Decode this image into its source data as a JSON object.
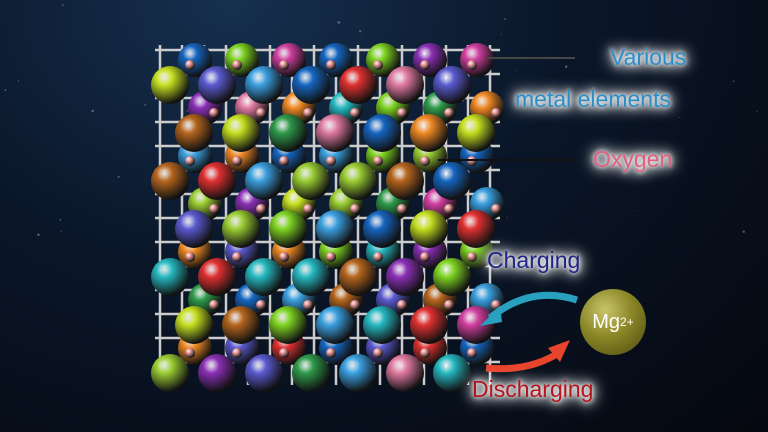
{
  "labels": {
    "various": "Various",
    "metal_elements": "metal elements",
    "oxygen": "Oxygen",
    "charging": "Charging",
    "discharging": "Discharging"
  },
  "ion": {
    "symbol": "Mg",
    "charge": "2+"
  },
  "colors": {
    "metal_label": "#2a8fc9",
    "oxygen_label": "#e2607f",
    "charging_label": "#1f2585",
    "discharging_label": "#b3171d",
    "charging_arrow": "#2aa0c0",
    "discharging_arrow": "#e8442c"
  }
}
